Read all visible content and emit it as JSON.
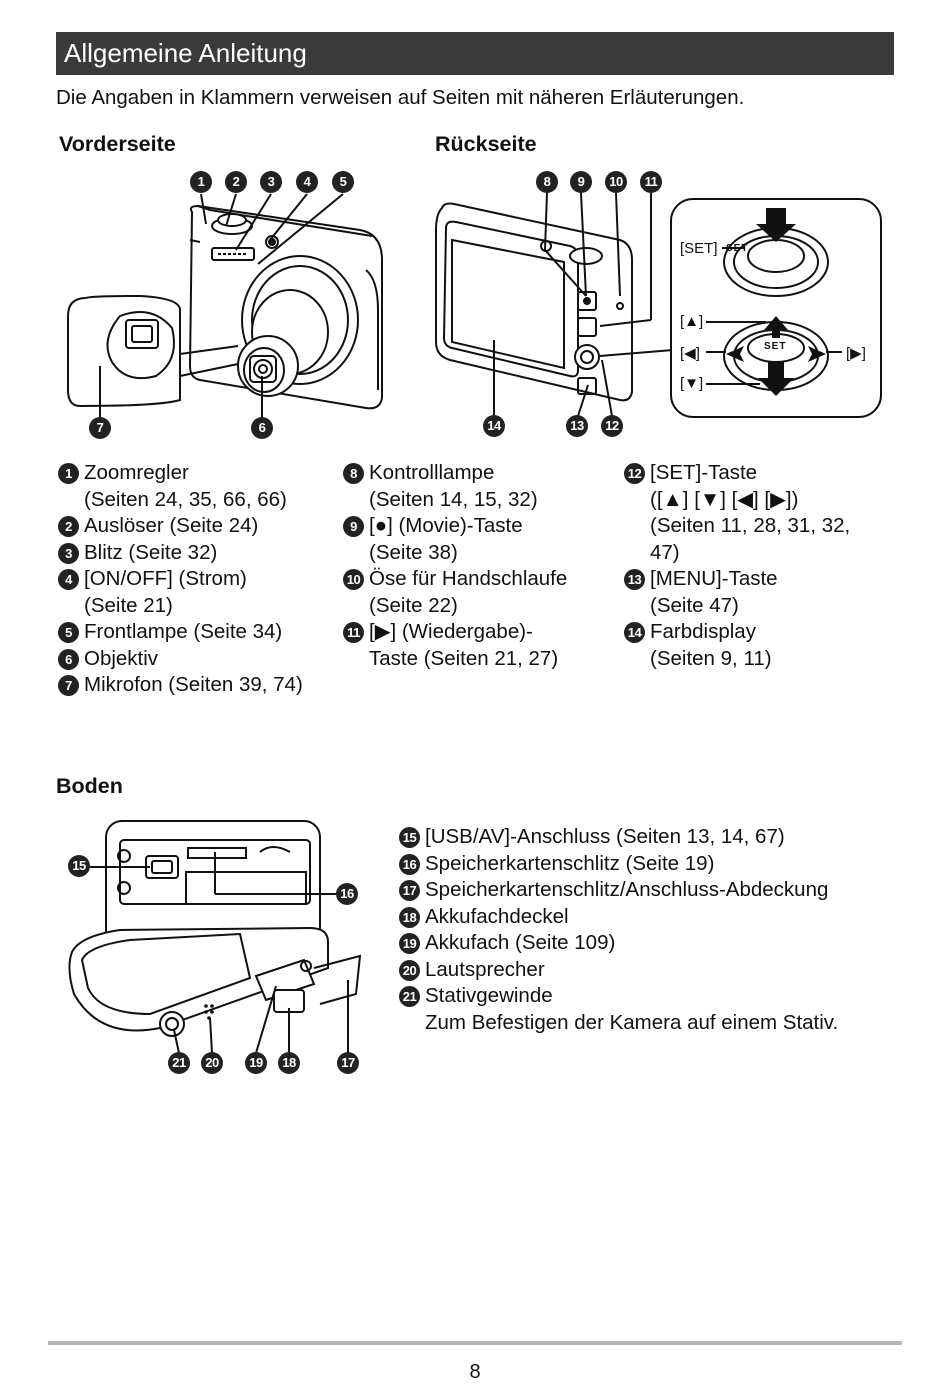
{
  "header": {
    "title": "Allgemeine Anleitung"
  },
  "intro": "Die Angaben in Klammern verweisen auf Seiten mit näheren Erläuterungen.",
  "sections": {
    "front": "Vorderseite",
    "back": "Rückseite",
    "bottom": "Boden"
  },
  "figure_labels": {
    "set_callout": "[SET]",
    "up_callout": "[▲]",
    "left_callout": "[◀]",
    "right_callout": "[▶]",
    "down_callout": "[▼]",
    "set_button_text": "SET"
  },
  "markers": [
    "1",
    "2",
    "3",
    "4",
    "5",
    "6",
    "7",
    "8",
    "9",
    "10",
    "11",
    "12",
    "13",
    "14",
    "15",
    "16",
    "17",
    "18",
    "19",
    "20",
    "21"
  ],
  "parts_col1": [
    {
      "n": "1",
      "line1": "Zoomregler",
      "line2": "(Seiten 24, 35, 66, 66)"
    },
    {
      "n": "2",
      "line1": "Auslöser (Seite 24)",
      "line2": ""
    },
    {
      "n": "3",
      "line1": "Blitz (Seite 32)",
      "line2": ""
    },
    {
      "n": "4",
      "line1": "[ON/OFF] (Strom)",
      "line2": "(Seite 21)"
    },
    {
      "n": "5",
      "line1": "Frontlampe (Seite 34)",
      "line2": ""
    },
    {
      "n": "6",
      "line1": "Objektiv",
      "line2": ""
    },
    {
      "n": "7",
      "line1": "Mikrofon (Seiten 39, 74)",
      "line2": ""
    }
  ],
  "parts_col2": [
    {
      "n": "8",
      "line1": "Kontrolllampe",
      "line2": "(Seiten 14, 15, 32)"
    },
    {
      "n": "9",
      "line1": "[●] (Movie)-Taste",
      "line2": "(Seite 38)"
    },
    {
      "n": "10",
      "line1": "Öse für Handschlaufe",
      "line2": "(Seite 22)"
    },
    {
      "n": "11",
      "line1": "[▶] (Wiedergabe)-",
      "line2": "Taste (Seiten 21, 27)"
    }
  ],
  "parts_col3": [
    {
      "n": "12",
      "line1": "[SET]-Taste",
      "line2": "([▲] [▼] [◀] [▶])",
      "line3": "(Seiten 11, 28, 31, 32,",
      "line4": "47)"
    },
    {
      "n": "13",
      "line1": "[MENU]-Taste",
      "line2": "(Seite 47)"
    },
    {
      "n": "14",
      "line1": "Farbdisplay",
      "line2": "(Seiten 9, 11)"
    }
  ],
  "parts_bottom": [
    {
      "n": "15",
      "line1": "[USB/AV]-Anschluss (Seiten 13, 14, 67)"
    },
    {
      "n": "16",
      "line1": "Speicherkartenschlitz (Seite 19)"
    },
    {
      "n": "17",
      "line1": "Speicherkartenschlitz/Anschluss-Abdeckung"
    },
    {
      "n": "18",
      "line1": "Akkufachdeckel"
    },
    {
      "n": "19",
      "line1": "Akkufach (Seite 109)"
    },
    {
      "n": "20",
      "line1": "Lautsprecher"
    },
    {
      "n": "21",
      "line1": "Stativgewinde",
      "line2": "Zum Befestigen der Kamera auf einem Stativ."
    }
  ],
  "footer": {
    "page_number": "8"
  }
}
